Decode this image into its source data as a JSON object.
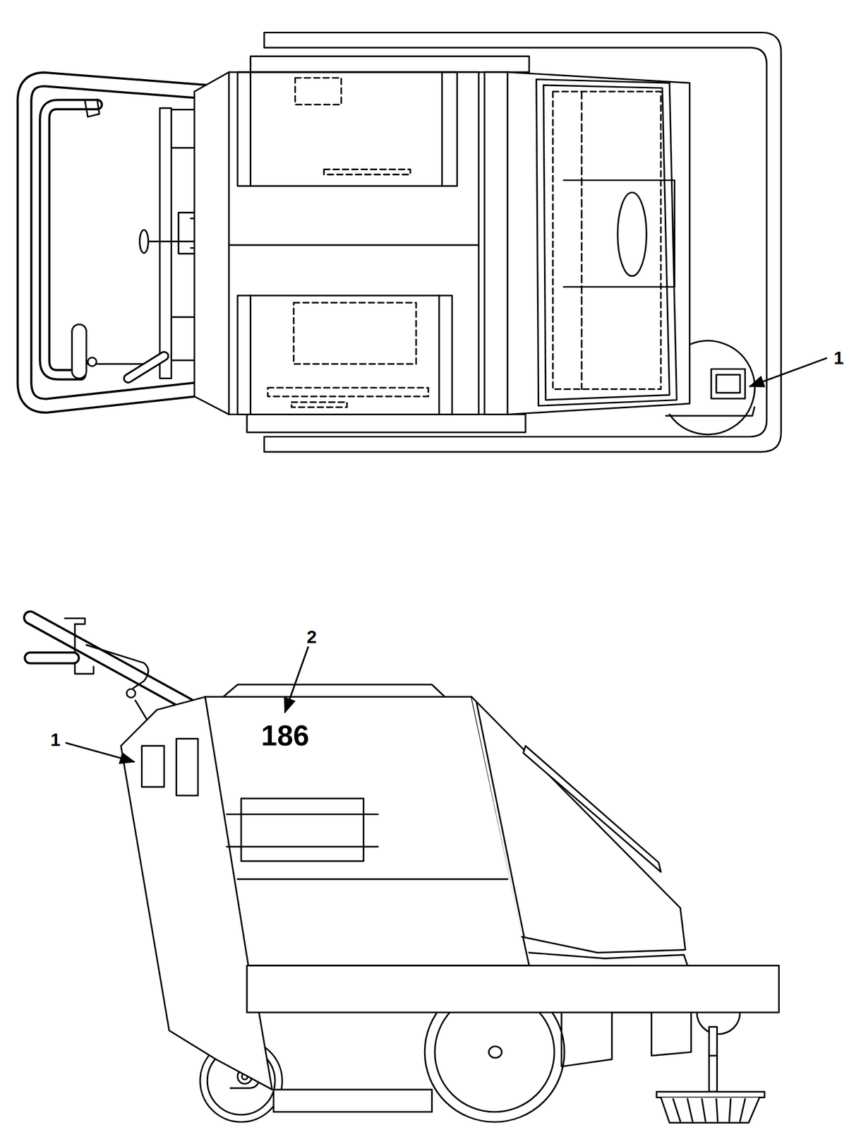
{
  "diagram": {
    "labels": [
      "1",
      "2",
      "1",
      "186"
    ]
  }
}
